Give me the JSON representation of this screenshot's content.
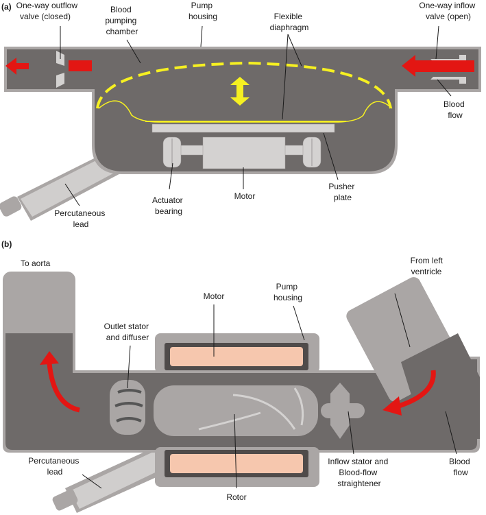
{
  "colors": {
    "housing_outer": "#aaa6a5",
    "housing_inner": "#6e6a69",
    "component_light": "#d4d2d1",
    "motor_core": "#f6c7ae",
    "diaphragm": "#f6f021",
    "flow_arrow": "#e31613",
    "lead": "#d0cecd"
  },
  "panel_a": {
    "label": "(a)",
    "labels": {
      "outflow_valve": [
        "One-way outflow",
        "valve (closed)"
      ],
      "pumping_chamber": [
        "Blood",
        "pumping",
        "chamber"
      ],
      "pump_housing": [
        "Pump",
        "housing"
      ],
      "diaphragm": [
        "Flexible",
        "diaphragm"
      ],
      "inflow_valve": [
        "One-way inflow",
        "valve (open)"
      ],
      "blood_flow": [
        "Blood",
        "flow"
      ],
      "pusher_plate": [
        "Pusher",
        "plate"
      ],
      "motor": [
        "Motor"
      ],
      "actuator_bearing": [
        "Actuator",
        "bearing"
      ],
      "lead": [
        "Percutaneous",
        "lead"
      ]
    }
  },
  "panel_b": {
    "label": "(b)",
    "labels": {
      "to_aorta": [
        "To aorta"
      ],
      "from_ventricle": [
        "From left",
        "ventricle"
      ],
      "motor": [
        "Motor"
      ],
      "pump_housing": [
        "Pump",
        "housing"
      ],
      "outlet_stator": [
        "Outlet stator",
        "and diffuser"
      ],
      "inflow_stator": [
        "Inflow stator and",
        "Blood-flow",
        "straightener"
      ],
      "blood_flow": [
        "Blood",
        "flow"
      ],
      "rotor": [
        "Rotor"
      ],
      "lead": [
        "Percutaneous",
        "lead"
      ]
    }
  }
}
